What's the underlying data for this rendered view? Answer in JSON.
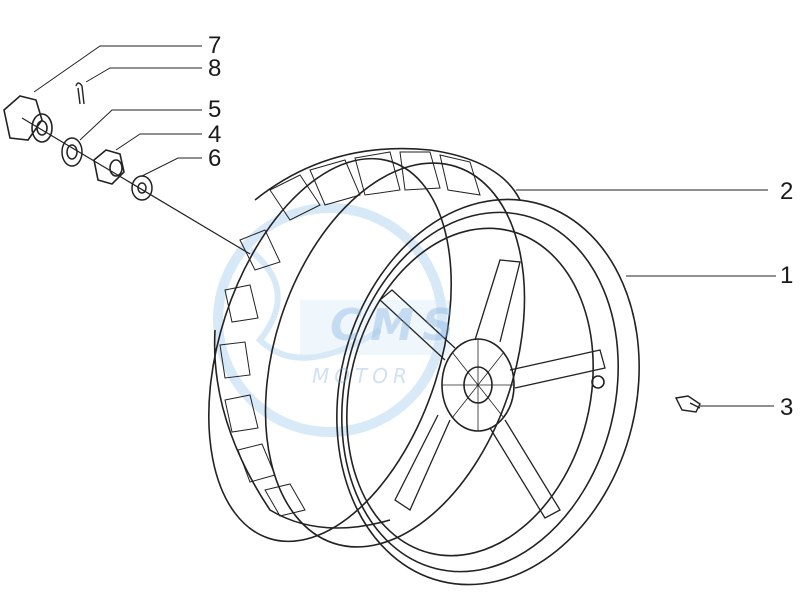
{
  "callouts": [
    {
      "id": "c7",
      "label": "7",
      "part": "axle-nut"
    },
    {
      "id": "c8",
      "label": "8",
      "part": "cotter-pin"
    },
    {
      "id": "c5",
      "label": "5",
      "part": "castle-nut-ring"
    },
    {
      "id": "c4",
      "label": "4",
      "part": "nut"
    },
    {
      "id": "c6",
      "label": "6",
      "part": "washer"
    },
    {
      "id": "c2",
      "label": "2",
      "part": "tire"
    },
    {
      "id": "c1",
      "label": "1",
      "part": "rim"
    },
    {
      "id": "c3",
      "label": "3",
      "part": "tire-valve"
    }
  ],
  "watermark": {
    "logo_text": "CMS",
    "sub_text": "MOTOR",
    "color": "#8ec1ea"
  },
  "colors": {
    "line": "#222222",
    "watermark": "#8ec1ea"
  }
}
